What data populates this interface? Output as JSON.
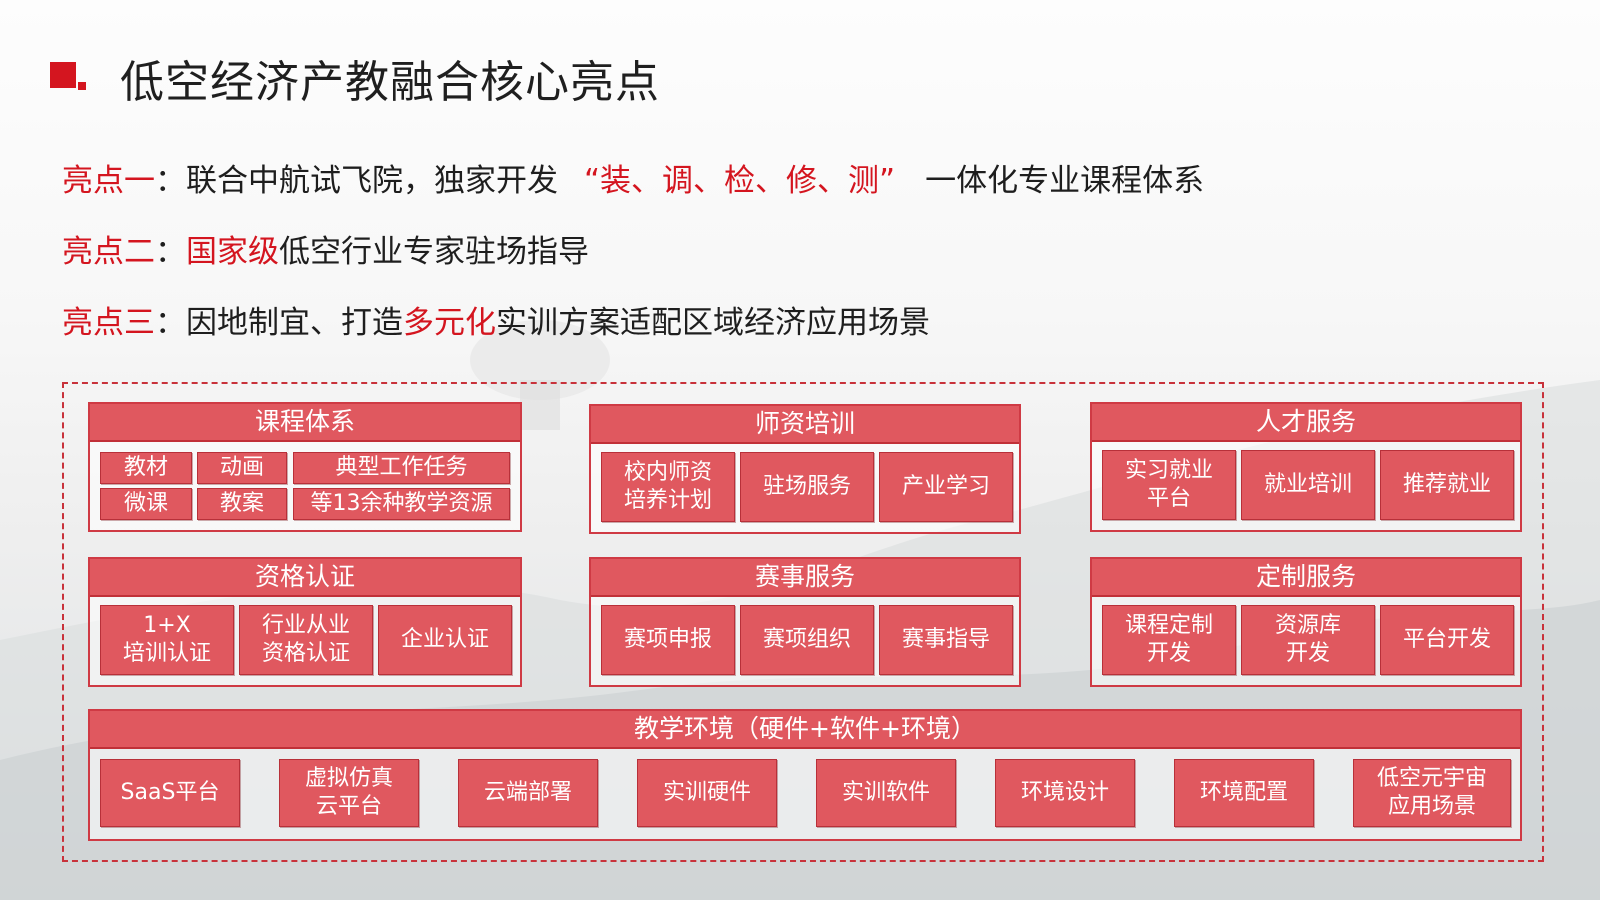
{
  "title": "低空经济产教融合核心亮点",
  "highlights": [
    {
      "label": "亮点一",
      "colon": "：",
      "text_a": "联合中航试飞院，独家开发",
      "red": "“装、调、检、修、测”",
      "text_b": "一体化专业课程体系"
    },
    {
      "label": "亮点二",
      "colon": "：",
      "red": "国家级",
      "text_b": "低空行业专家驻场指导"
    },
    {
      "label": "亮点三",
      "colon": "：",
      "text_a": "因地制宜、打造",
      "red": "多元化",
      "text_b": "实训方案适配区域经济应用场景"
    }
  ],
  "panels": {
    "course": {
      "title": "课程体系",
      "items": [
        "教材",
        "动画",
        "典型工作任务",
        "微课",
        "教案",
        "等13余种教学资源"
      ]
    },
    "teacher": {
      "title": "师资培训",
      "items": [
        [
          "校内师资",
          "培养计划"
        ],
        [
          "驻场服务"
        ],
        [
          "产业学习"
        ]
      ]
    },
    "talent": {
      "title": "人才服务",
      "items": [
        [
          "实习就业",
          "平台"
        ],
        [
          "就业培训"
        ],
        [
          "推荐就业"
        ]
      ]
    },
    "cert": {
      "title": "资格认证",
      "items": [
        [
          "1+X",
          "培训认证"
        ],
        [
          "行业从业",
          "资格认证"
        ],
        [
          "企业认证"
        ]
      ]
    },
    "contest": {
      "title": "赛事服务",
      "items": [
        [
          "赛项申报"
        ],
        [
          "赛项组织"
        ],
        [
          "赛事指导"
        ]
      ]
    },
    "custom": {
      "title": "定制服务",
      "items": [
        [
          "课程定制",
          "开发"
        ],
        [
          "资源库",
          "开发"
        ],
        [
          "平台开发"
        ]
      ]
    },
    "env": {
      "title": "教学环境（硬件+软件+环境）",
      "items": [
        [
          "SaaS平台"
        ],
        [
          "虚拟仿真",
          "云平台"
        ],
        [
          "云端部署"
        ],
        [
          "实训硬件"
        ],
        [
          "实训软件"
        ],
        [
          "环境设计"
        ],
        [
          "环境配置"
        ],
        [
          "低空元宇宙",
          "应用场景"
        ]
      ]
    }
  },
  "colors": {
    "accent": "#d4151f",
    "cell_fill": "#e0585f",
    "cell_border": "#b83039"
  }
}
